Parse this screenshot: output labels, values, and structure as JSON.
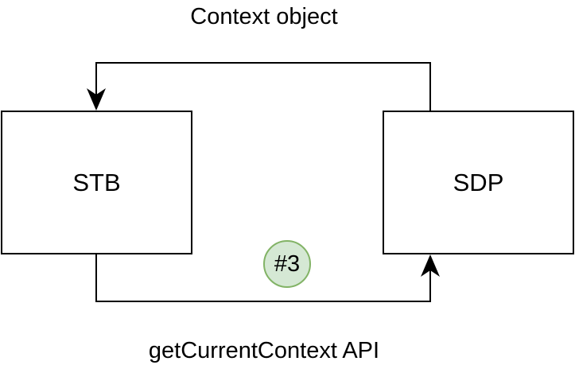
{
  "nodes": {
    "stb": {
      "label": "STB"
    },
    "sdp": {
      "label": "SDP"
    }
  },
  "edges": {
    "context_object": {
      "label": "Context object"
    },
    "get_current_context": {
      "label": "getCurrentContext API"
    }
  },
  "step_badge": {
    "label": "#3",
    "fill_color": "#d5e8d4",
    "stroke_color": "#82b366"
  },
  "colors": {
    "stroke": "#000000",
    "background": "#ffffff"
  }
}
